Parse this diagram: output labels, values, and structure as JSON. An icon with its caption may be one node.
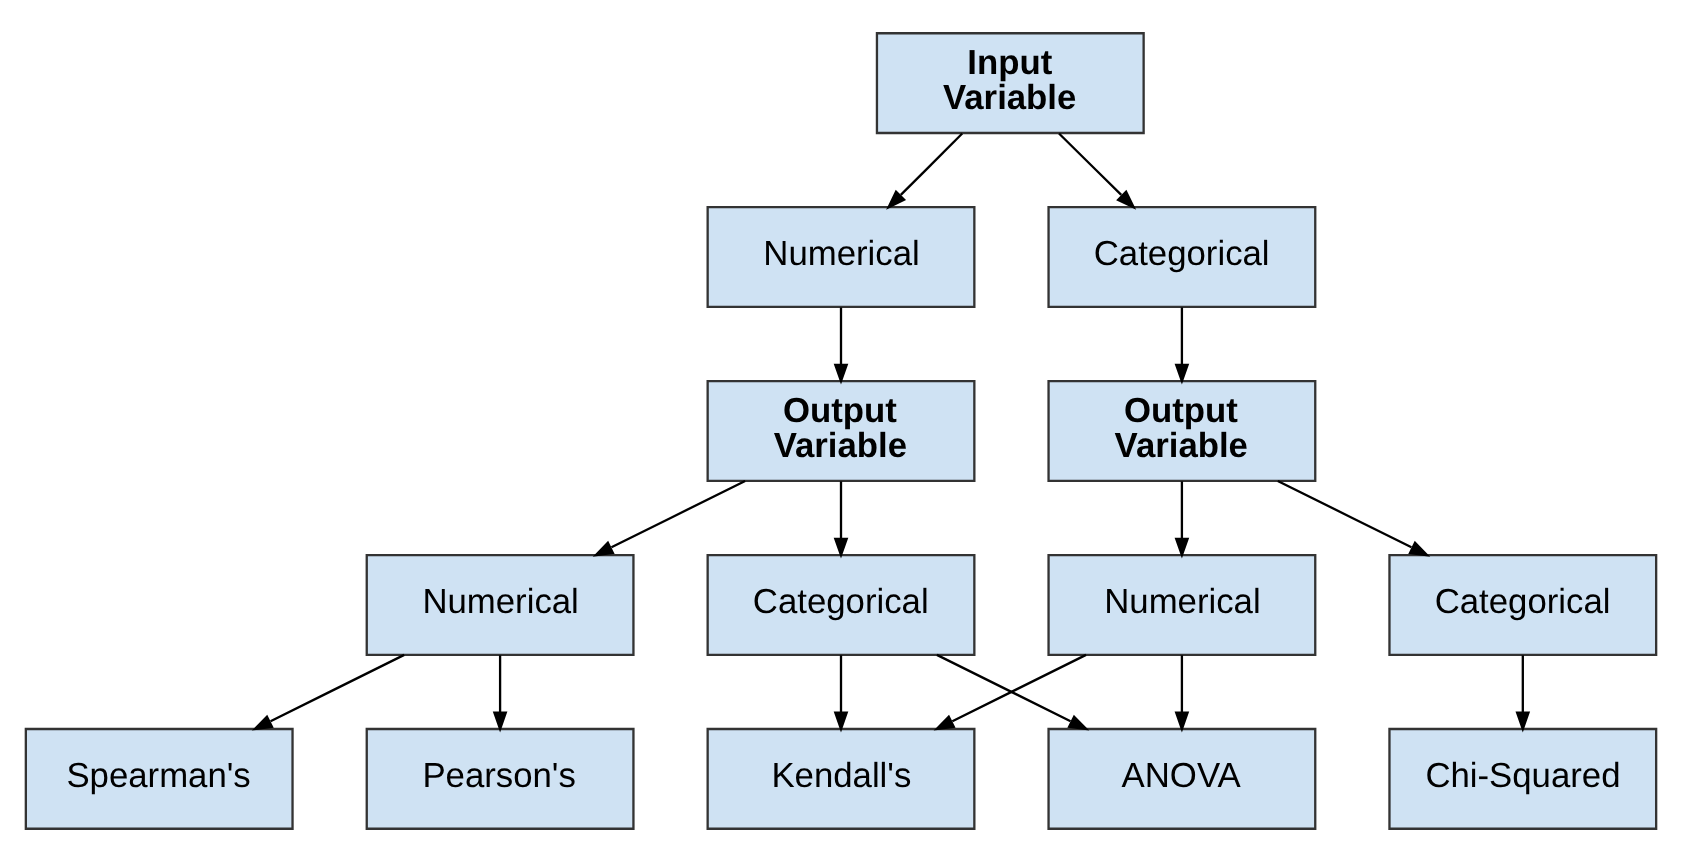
{
  "diagram": {
    "nodes": [
      {
        "text": [
          "Input Variable"
        ]
      },
      {
        "text": [
          "Numerical"
        ]
      },
      {
        "text": [
          "Categorical"
        ]
      },
      {
        "text": [
          "Output Variable"
        ]
      },
      {
        "text": [
          "Output Variable"
        ]
      },
      {
        "text": [
          "Numerical"
        ]
      },
      {
        "text": [
          "Categorical"
        ]
      },
      {
        "text": [
          "Numerical"
        ]
      },
      {
        "text": [
          "Categorical"
        ]
      },
      {
        "text": [
          "Pearson's"
        ]
      },
      {
        "text": [
          "Spearman's"
        ]
      },
      {
        "text": [
          "ANOVA"
        ]
      },
      {
        "text": [
          "Kendall's"
        ]
      },
      {
        "text": [
          "Chi-Squared"
        ]
      }
    ],
    "edges": [
      {
        "from": 0,
        "to": 1,
        "arrow": "to"
      },
      {
        "from": 0,
        "to": 2,
        "arrow": "to"
      },
      {
        "from": 1,
        "to": 3,
        "arrow": "to"
      },
      {
        "from": 2,
        "to": 4,
        "arrow": "to"
      },
      {
        "from": 3,
        "to": 5,
        "arrow": "to"
      },
      {
        "from": 3,
        "to": 6,
        "arrow": "to"
      },
      {
        "from": 4,
        "to": 7,
        "arrow": "to"
      },
      {
        "from": 4,
        "to": 8,
        "arrow": "to"
      },
      {
        "from": 5,
        "to": 9,
        "arrow": "to"
      },
      {
        "from": 5,
        "to": 10,
        "arrow": "to"
      },
      {
        "from": 6,
        "to": 11,
        "arrow": "to"
      },
      {
        "from": 6,
        "to": 12,
        "arrow": "to"
      },
      {
        "from": 7,
        "to": 11,
        "arrow": "to"
      },
      {
        "from": 7,
        "to": 12,
        "arrow": "to"
      },
      {
        "from": 8,
        "to": 13,
        "arrow": "to"
      }
    ]
  }
}
